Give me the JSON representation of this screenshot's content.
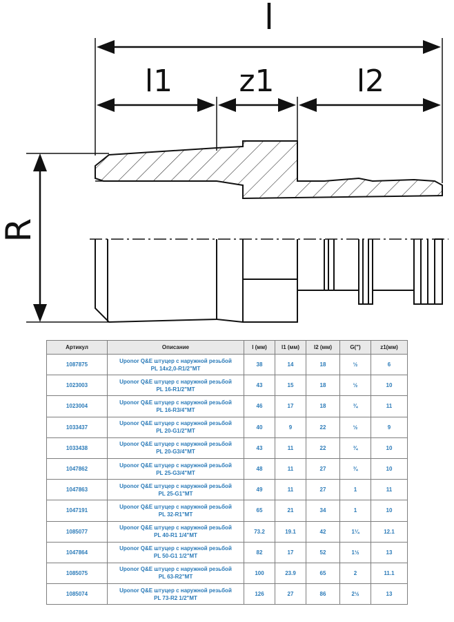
{
  "dimensions": {
    "total_length": "l",
    "insert_length": "l1",
    "hex_length": "z1",
    "thread_length": "l2",
    "thread": "R"
  },
  "table": {
    "headers": [
      "Артикул",
      "Описание",
      "l (мм)",
      "l1 (мм)",
      "l2 (мм)",
      "G(\")",
      "z1(мм)"
    ],
    "rows": [
      {
        "article": "1087875",
        "desc1": "Uponor Q&E штуцер с наружной резьбой",
        "desc2": "PL 14x2,0-R1/2\"MT",
        "l": "38",
        "l1": "14",
        "l2": "18",
        "g": "½",
        "z1": "6"
      },
      {
        "article": "1023003",
        "desc1": "Uponor Q&E штуцер с наружной резьбой",
        "desc2": "PL 16-R1/2\"MT",
        "l": "43",
        "l1": "15",
        "l2": "18",
        "g": "½",
        "z1": "10"
      },
      {
        "article": "1023004",
        "desc1": "Uponor Q&E штуцер с наружной резьбой",
        "desc2": "PL 16-R3/4\"MT",
        "l": "46",
        "l1": "17",
        "l2": "18",
        "g": "¾",
        "z1": "11"
      },
      {
        "article": "1033437",
        "desc1": "Uponor Q&E штуцер с наружной резьбой",
        "desc2": "PL 20-G1/2\"MT",
        "l": "40",
        "l1": "9",
        "l2": "22",
        "g": "½",
        "z1": "9"
      },
      {
        "article": "1033438",
        "desc1": "Uponor Q&E штуцер с наружной резьбой",
        "desc2": "PL 20-G3/4\"MT",
        "l": "43",
        "l1": "11",
        "l2": "22",
        "g": "¾",
        "z1": "10"
      },
      {
        "article": "1047862",
        "desc1": "Uponor Q&E штуцер с наружной резьбой",
        "desc2": "PL 25-G3/4\"MT",
        "l": "48",
        "l1": "11",
        "l2": "27",
        "g": "¾",
        "z1": "10"
      },
      {
        "article": "1047863",
        "desc1": "Uponor Q&E штуцер с наружной резьбой",
        "desc2": "PL 25-G1\"MT",
        "l": "49",
        "l1": "11",
        "l2": "27",
        "g": "1",
        "z1": "11"
      },
      {
        "article": "1047191",
        "desc1": "Uponor Q&E штуцер с наружной резьбой",
        "desc2": "PL 32-R1\"MT",
        "l": "65",
        "l1": "21",
        "l2": "34",
        "g": "1",
        "z1": "10"
      },
      {
        "article": "1085077",
        "desc1": "Uponor Q&E штуцер с наружной резьбой",
        "desc2": "PL 40-R1 1/4\"MT",
        "l": "73.2",
        "l1": "19.1",
        "l2": "42",
        "g": "1¼",
        "z1": "12.1"
      },
      {
        "article": "1047864",
        "desc1": "Uponor Q&E штуцер с наружной резьбой",
        "desc2": "PL 50-G1 1/2\"MT",
        "l": "82",
        "l1": "17",
        "l2": "52",
        "g": "1½",
        "z1": "13"
      },
      {
        "article": "1085075",
        "desc1": "Uponor Q&E штуцер с наружной резьбой",
        "desc2": "PL 63-R2\"MT",
        "l": "100",
        "l1": "23.9",
        "l2": "65",
        "g": "2",
        "z1": "11.1"
      },
      {
        "article": "1085074",
        "desc1": "Uponor Q&E штуцер с наружной резьбой",
        "desc2": "PL 73-R2 1/2\"MT",
        "l": "126",
        "l1": "27",
        "l2": "86",
        "g": "2½",
        "z1": "13"
      }
    ]
  }
}
